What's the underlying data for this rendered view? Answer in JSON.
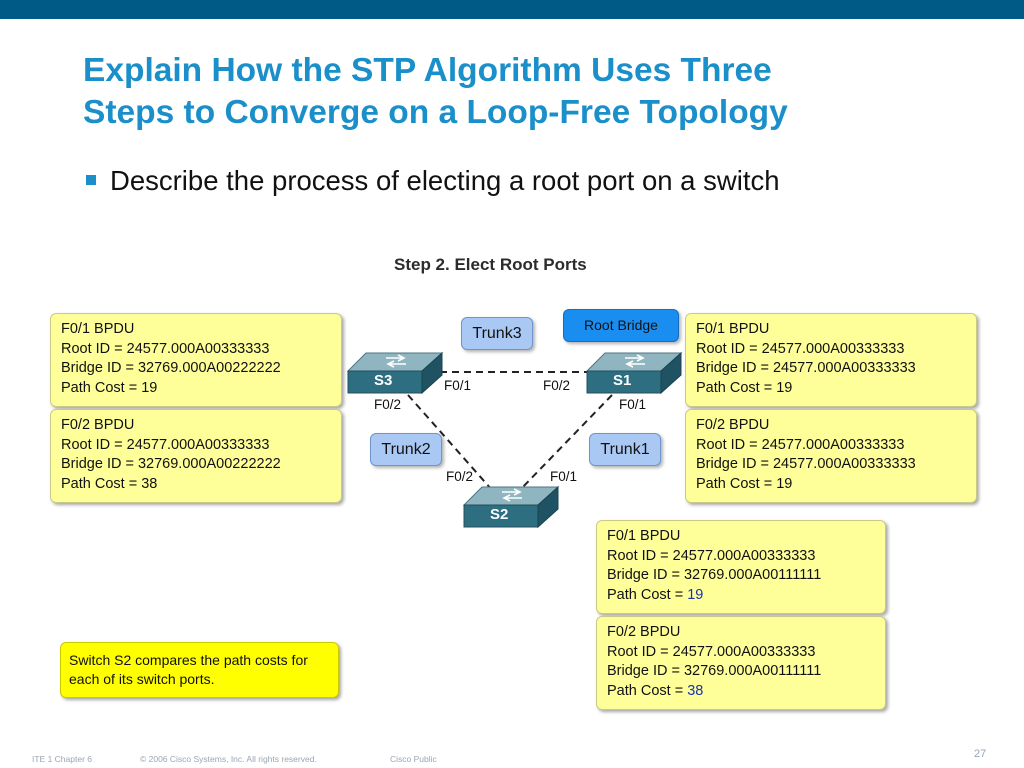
{
  "slide": {
    "title_line1": "Explain How the STP Algorithm Uses Three",
    "title_line2": "Steps to Converge on a Loop-Free Topology",
    "bullet": "Describe the process of electing a root port on a switch"
  },
  "diagram": {
    "step_title": "Step 2. Elect Root Ports",
    "root_bridge_label": "Root Bridge",
    "trunks": {
      "trunk1": "Trunk1",
      "trunk2": "Trunk2",
      "trunk3": "Trunk3"
    },
    "switches": {
      "s1": "S1",
      "s2": "S2",
      "s3": "S3"
    },
    "ports": {
      "s3_f01": "F0/1",
      "s3_f02": "F0/2",
      "s1_f02": "F0/2",
      "s1_f01": "F0/1",
      "s2_f02": "F0/2",
      "s2_f01": "F0/1"
    },
    "bpdus": {
      "s3_f01": {
        "header": "F0/1 BPDU",
        "root_id": "Root ID = 24577.000A00333333",
        "bridge_id": "Bridge ID = 32769.000A00222222",
        "path_cost": "Path Cost = 19"
      },
      "s3_f02": {
        "header": "F0/2 BPDU",
        "root_id": "Root ID = 24577.000A00333333",
        "bridge_id": "Bridge ID = 32769.000A00222222",
        "path_cost": "Path Cost = 38"
      },
      "s1_f01": {
        "header": "F0/1 BPDU",
        "root_id": "Root ID = 24577.000A00333333",
        "bridge_id": "Bridge ID = 24577.000A00333333",
        "path_cost": "Path Cost = 19"
      },
      "s1_f02": {
        "header": "F0/2 BPDU",
        "root_id": "Root ID = 24577.000A00333333",
        "bridge_id": "Bridge ID = 24577.000A00333333",
        "path_cost": "Path Cost = 19"
      },
      "s2_f01": {
        "header": "F0/1 BPDU",
        "root_id": "Root ID = 24577.000A00333333",
        "bridge_id": "Bridge ID = 32769.000A00111111",
        "path_cost_label": "Path Cost = ",
        "path_cost_value": "19"
      },
      "s2_f02": {
        "header": "F0/2 BPDU",
        "root_id": "Root ID = 24577.000A00333333",
        "bridge_id": "Bridge ID = 32769.000A00111111",
        "path_cost_label": "Path Cost = ",
        "path_cost_value": "38"
      }
    },
    "note": "Switch S2 compares the path costs for each of its switch ports."
  },
  "footer": {
    "left": "ITE 1 Chapter 6",
    "copyright": "© 2006 Cisco Systems, Inc. All rights reserved.",
    "classification": "Cisco Public",
    "page_number": "27"
  },
  "colors": {
    "top_bar": "#005a86",
    "title": "#1a8fc9",
    "bpdu_box": "#ffff99",
    "note_box": "#ffff00",
    "trunk_tag": "#a9c8f3",
    "root_bridge_tag": "#1a8ef0",
    "highlight_text": "#1a33b3"
  },
  "icons": {
    "switch": "switch-icon",
    "bullet": "square-bullet-icon"
  }
}
